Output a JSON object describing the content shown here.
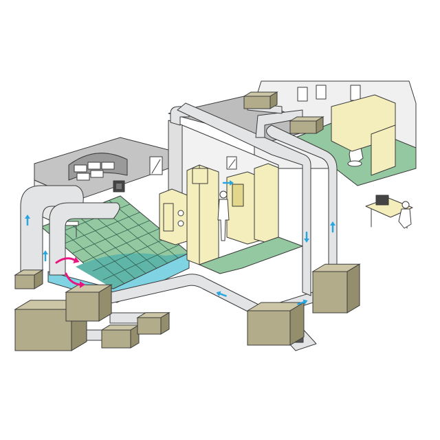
{
  "palette": {
    "background": "#ffffff",
    "duct": "#e3e4e6",
    "duct_shade": "#c9cacd",
    "box": "#b3ac8a",
    "box_top": "#ccc6a6",
    "box_side": "#958e6c",
    "floor_green": "#93c8a0",
    "floor_teal": "#5fb5a7",
    "water": "#7fd3e3",
    "wall": "#eeeeee",
    "wall_dark": "#cfcfcf",
    "equipment": "#f4eebc",
    "outline": "#3a3a3a",
    "airflow_blue": "#2aa6df",
    "airflow_pink": "#e8157e"
  },
  "components": {
    "air_handlers": 2,
    "fan_filter_units_ceiling": 2,
    "workers": 3,
    "blue_airflow_arrows": 7,
    "pink_return_arrows": 2
  }
}
